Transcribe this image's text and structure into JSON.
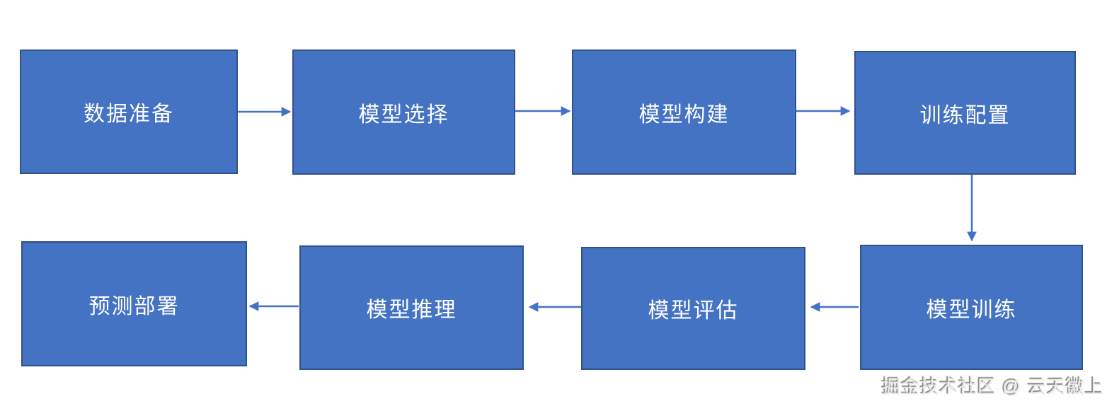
{
  "diagram": {
    "type": "flowchart",
    "nodes": [
      {
        "id": "data-preparation",
        "label": "数据准备"
      },
      {
        "id": "model-selection",
        "label": "模型选择"
      },
      {
        "id": "model-construction",
        "label": "模型构建"
      },
      {
        "id": "training-config",
        "label": "训练配置"
      },
      {
        "id": "model-training",
        "label": "模型训练"
      },
      {
        "id": "model-evaluation",
        "label": "模型评估"
      },
      {
        "id": "model-inference",
        "label": "模型推理"
      },
      {
        "id": "prediction-deploy",
        "label": "预测部署"
      }
    ],
    "edges": [
      {
        "from": "数据准备",
        "to": "模型选择",
        "direction": "right"
      },
      {
        "from": "模型选择",
        "to": "模型构建",
        "direction": "right"
      },
      {
        "from": "模型构建",
        "to": "训练配置",
        "direction": "right"
      },
      {
        "from": "训练配置",
        "to": "模型训练",
        "direction": "down"
      },
      {
        "from": "模型训练",
        "to": "模型评估",
        "direction": "left"
      },
      {
        "from": "模型评估",
        "to": "模型推理",
        "direction": "left"
      },
      {
        "from": "模型推理",
        "to": "预测部署",
        "direction": "left"
      }
    ],
    "colors": {
      "node_fill": "#4573C4",
      "node_border": "#2F528F",
      "arrow": "#4472C4",
      "label_text": "#FFFFFF"
    },
    "watermark": "掘金技术社区 @ 云天徽上"
  }
}
